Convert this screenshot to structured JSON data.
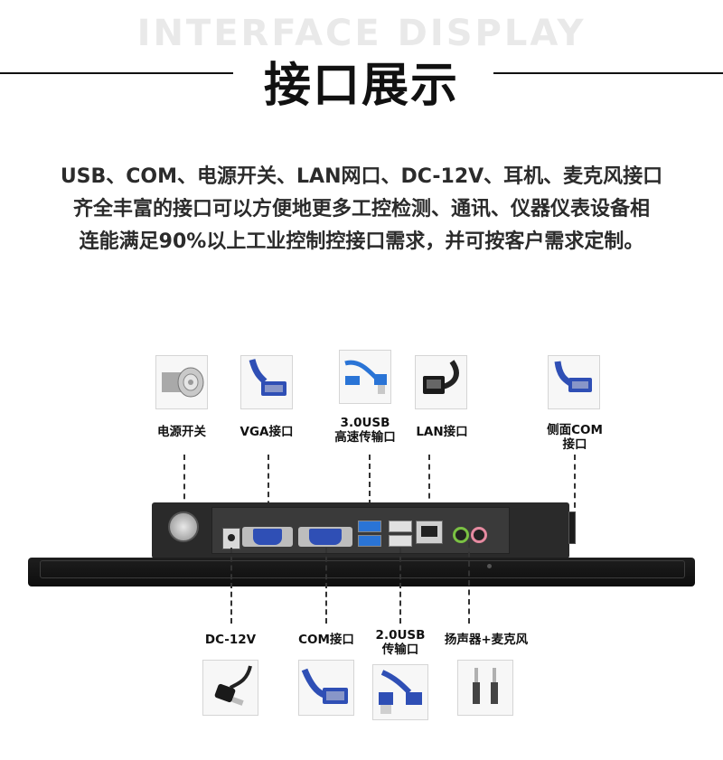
{
  "header": {
    "watermark": "INTERFACE DISPLAY",
    "title": "接口展示"
  },
  "description": {
    "lines": [
      "USB、COM、电源开关、LAN网口、DC-12V、耳机、麦克风接口",
      "齐全丰富的接口可以方便地更多工控检测、通讯、仪器仪表设备相",
      "连能满足90%以上工业控制控接口需求，并可按客户需求定制。"
    ]
  },
  "top_ports": [
    {
      "label": "电源开关"
    },
    {
      "label": "VGA接口"
    },
    {
      "label_line1": "3.0USB",
      "label_line2": "高速传输口"
    },
    {
      "label": "LAN接口"
    },
    {
      "label_line1": "侧面COM",
      "label_line2": "接口"
    }
  ],
  "bottom_ports": [
    {
      "label": "DC-12V"
    },
    {
      "label": "COM接口"
    },
    {
      "label_line1": "2.0USB",
      "label_line2": "传输口"
    },
    {
      "label": "扬声器+麦克风"
    }
  ],
  "colors": {
    "cable_blue": "#2f4fb5",
    "usb3_blue": "#2a74d6",
    "device_dark": "#2a2a2a"
  }
}
